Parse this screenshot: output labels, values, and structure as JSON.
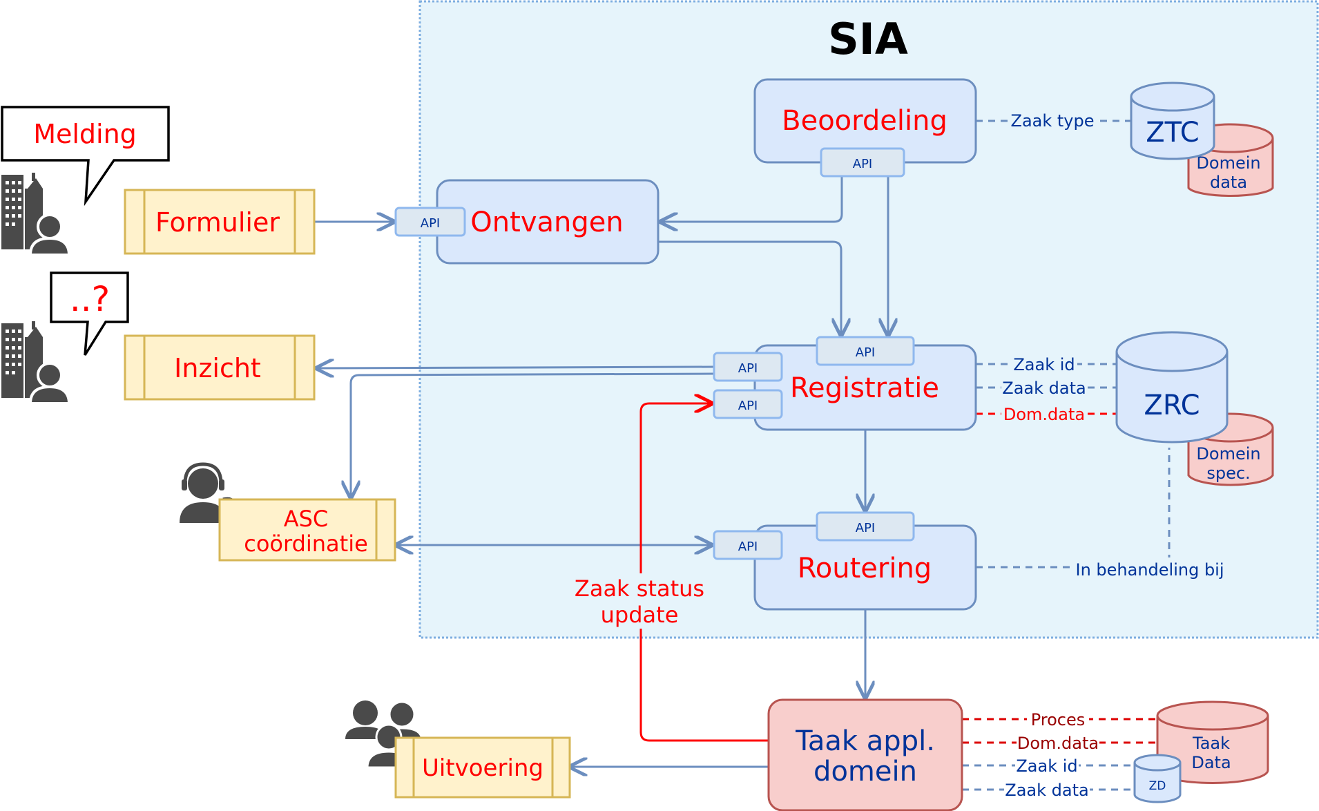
{
  "title": "SIA",
  "actors": {
    "melding_bubble": "Melding",
    "inzicht_bubble": "..?"
  },
  "apps": {
    "formulier": "Formulier",
    "inzicht": "Inzicht",
    "asc_line1": "ASC",
    "asc_line2": "coördinatie",
    "uitvoering": "Uitvoering"
  },
  "components": {
    "beoordeling": "Beoordeling",
    "ontvangen": "Ontvangen",
    "registratie": "Registratie",
    "routering": "Routering",
    "taak_line1": "Taak appl.",
    "taak_line2": "domein"
  },
  "api_label": "API",
  "databases": {
    "ztc": "ZTC",
    "ztc_domein_line1": "Domein",
    "ztc_domein_line2": "data",
    "zrc": "ZRC",
    "zrc_domein_line1": "Domein",
    "zrc_domein_line2": "spec.",
    "taak_line1": "Taak",
    "taak_line2": "Data",
    "zd": "ZD"
  },
  "links": {
    "zaak_type": "Zaak type",
    "zaak_id": "Zaak id",
    "zaak_data": "Zaak data",
    "dom_data": "Dom.data",
    "in_behandeling": "In behandeling bij",
    "proces": "Proces",
    "taak_dom_data": "Dom.data",
    "taak_zaak_id": "Zaak id",
    "taak_zaak_data": "Zaak data"
  },
  "status_update_line1": "Zaak status",
  "status_update_line2": "update",
  "colors": {
    "component_fill": "#dae8fc",
    "component_stroke": "#6c8ebf",
    "app_fill": "#fff2cc",
    "app_stroke": "#d6b656",
    "red_fill": "#f8cecc",
    "red_stroke": "#b85450",
    "label_red": "#ff0000",
    "label_blue": "#003399",
    "dark_red": "#990000",
    "boundary_fill": "#e6f4fb",
    "boundary_stroke": "#7eaee0",
    "person": "#4a4a4a"
  }
}
